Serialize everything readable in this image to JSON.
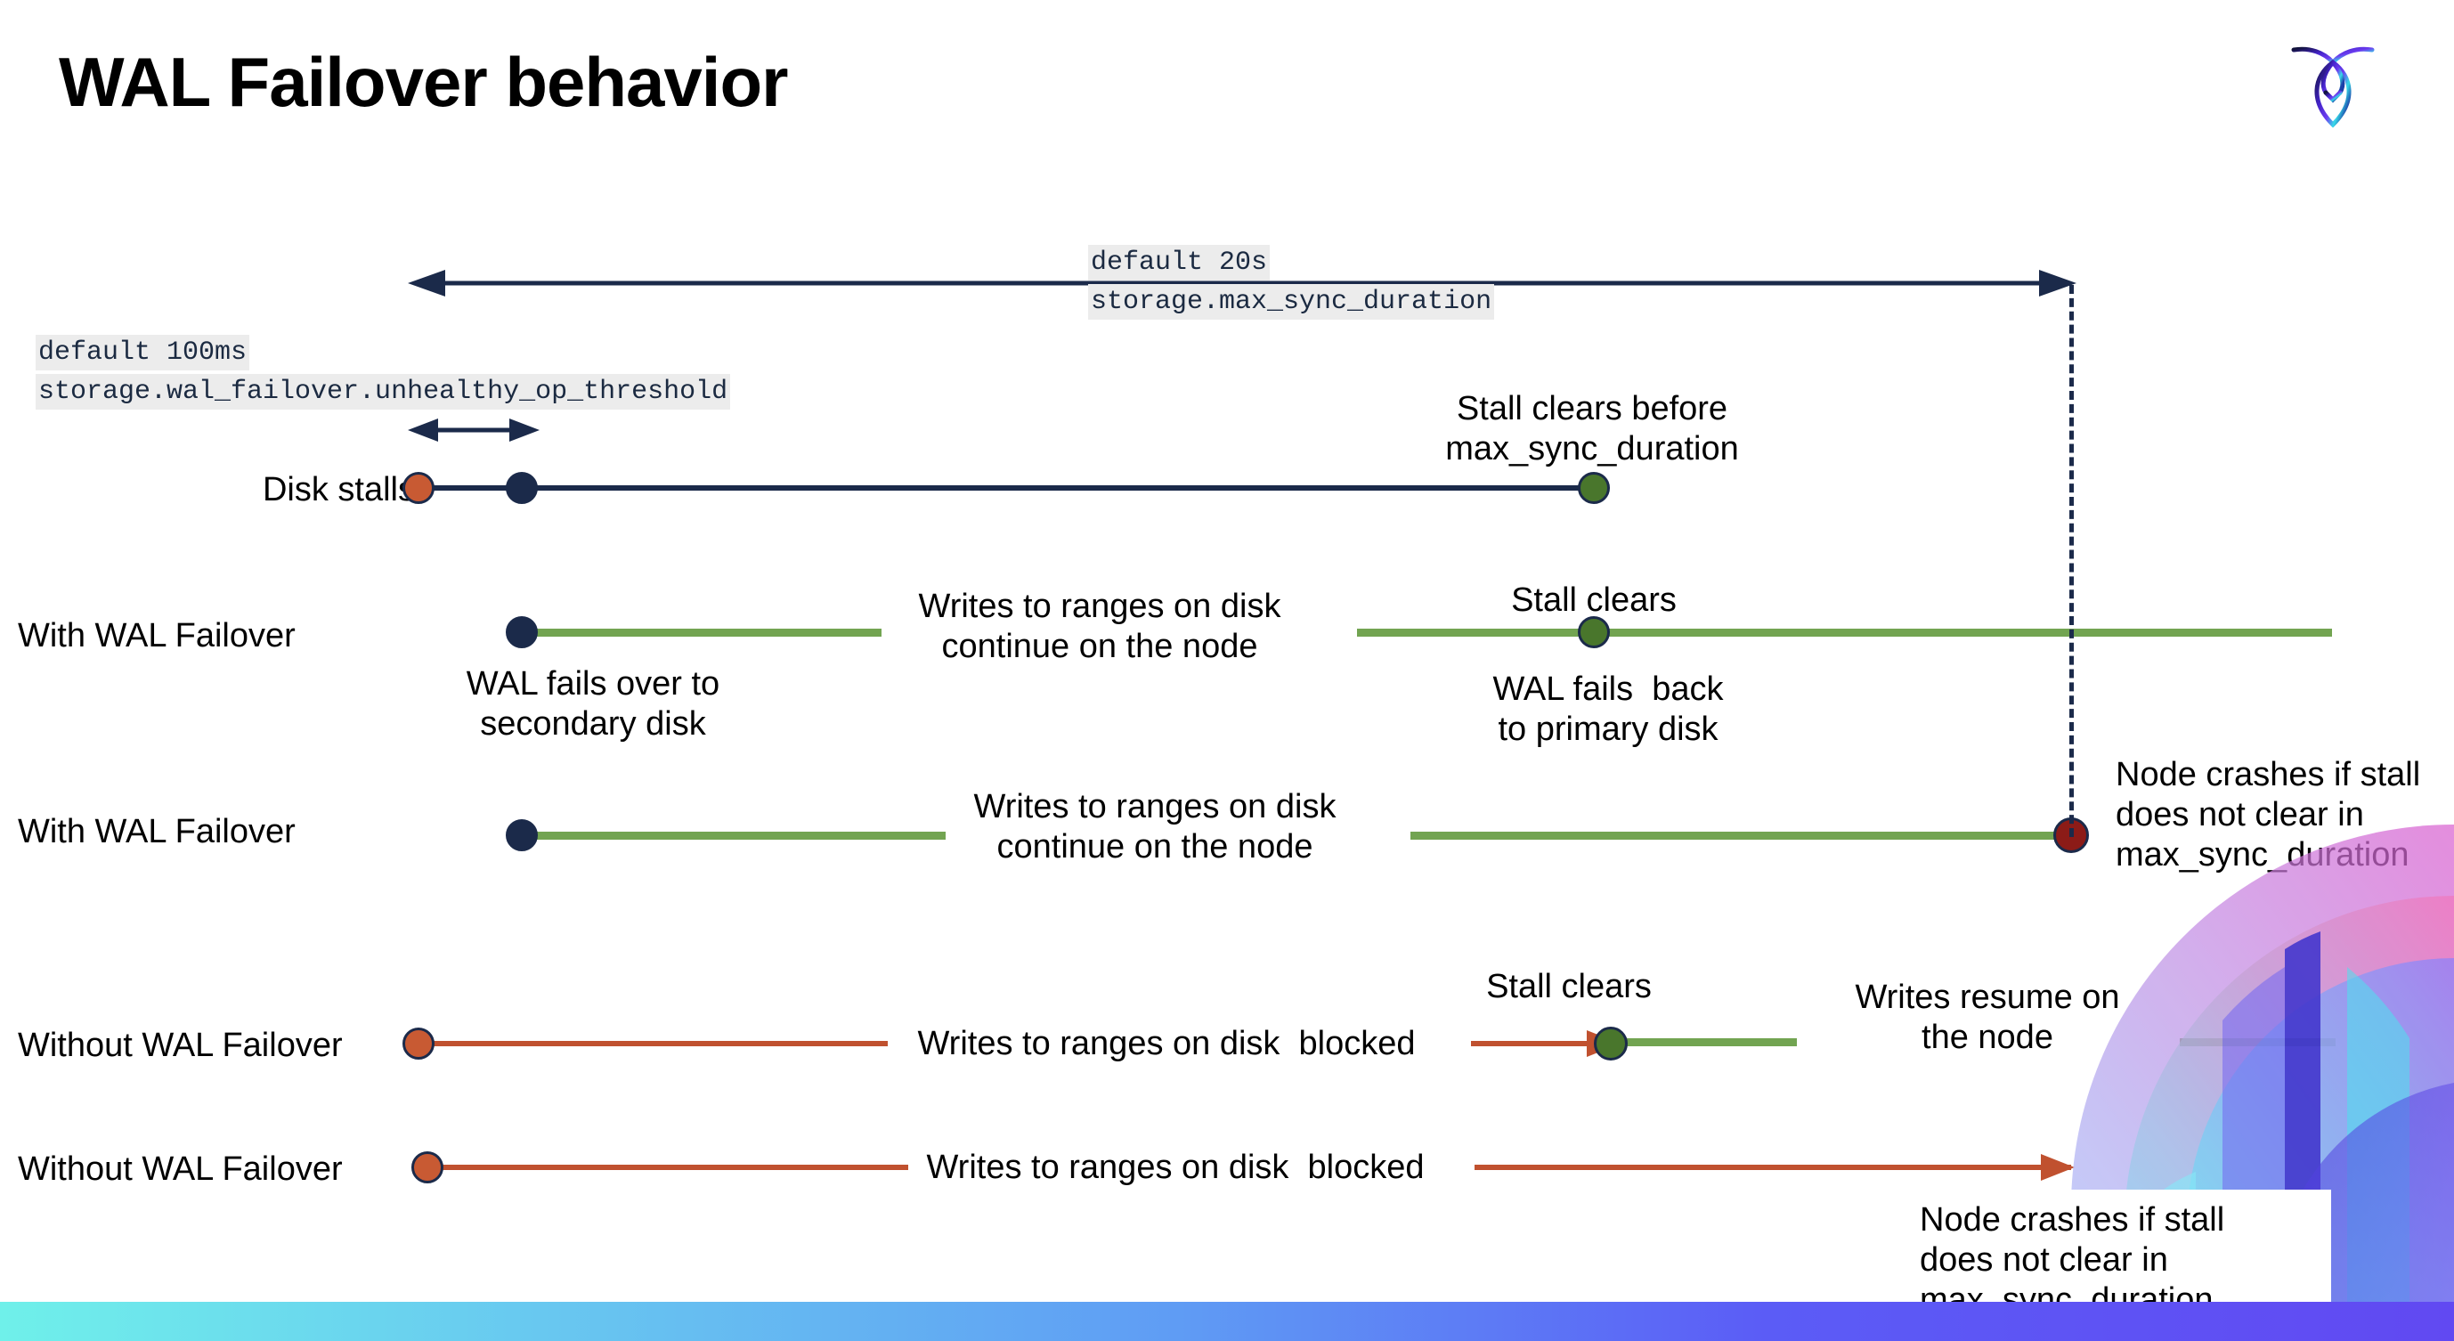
{
  "page": {
    "title": "WAL Failover behavior",
    "logo_name": "cockroachdb-logo"
  },
  "colors": {
    "navy": "#1b2a4a",
    "orange": "#c85a33",
    "green_marker": "#49762c",
    "green_line": "#72a451",
    "red_line": "#c0512f",
    "dark_red": "#8c1b17",
    "code_bg": "#ececec"
  },
  "annotations": {
    "max_sync": {
      "line1": "default 20s",
      "line2": "storage.max_sync_duration"
    },
    "unhealthy_op": {
      "line1": "default 100ms",
      "line2": "storage.wal_failover.unhealthy_op_threshold"
    }
  },
  "rows": [
    {
      "id": "disk-stalls",
      "label": "Disk stalls",
      "note_above": "Stall clears before\nmax_sync_duration"
    },
    {
      "id": "with-wal-failover-1",
      "label": "With WAL Failover",
      "note_mid": "Writes to ranges on disk\ncontinue on the node",
      "note_above": "Stall clears",
      "note_below_left": "WAL fails over to\nsecondary disk",
      "note_below_right": "WAL fails  back\nto primary disk"
    },
    {
      "id": "with-wal-failover-2",
      "label": "With WAL Failover",
      "note_mid": "Writes to ranges on disk\ncontinue on the node",
      "note_right": "Node crashes if stall\ndoes not clear in\nmax_sync_duration"
    },
    {
      "id": "without-wal-failover-1",
      "label": "Without WAL Failover",
      "note_mid": "Writes to ranges on disk  blocked",
      "note_above": "Stall clears",
      "note_right": "Writes resume on\nthe node"
    },
    {
      "id": "without-wal-failover-2",
      "label": "Without WAL Failover",
      "note_mid": "Writes to ranges on disk  blocked",
      "note_callout": "Node crashes if stall\ndoes not clear in\nmax_sync_duration"
    }
  ]
}
